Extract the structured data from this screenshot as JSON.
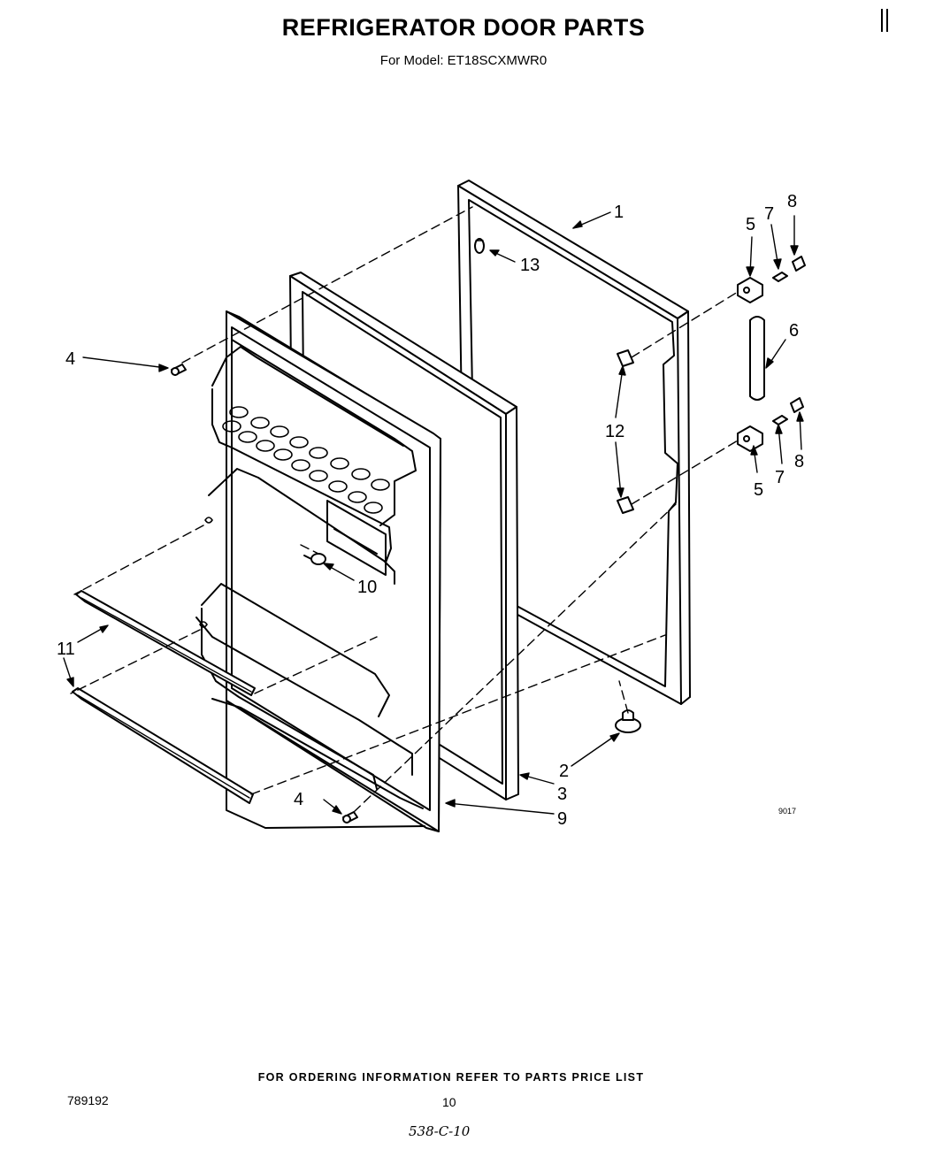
{
  "header": {
    "title": "REFRIGERATOR DOOR PARTS",
    "subtitle": "For Model: ET18SCXMWR0"
  },
  "callouts": {
    "c1": "1",
    "c2": "2",
    "c3": "3",
    "c4_top": "4",
    "c4_bottom": "4",
    "c5_top": "5",
    "c5_bottom": "5",
    "c6": "6",
    "c7_top": "7",
    "c7_bottom": "7",
    "c8_top": "8",
    "c8_bottom": "8",
    "c9": "9",
    "c10": "10",
    "c11": "11",
    "c12": "12",
    "c13": "13"
  },
  "drawing_code": "9017",
  "footer": {
    "ordering_note": "FOR ORDERING INFORMATION REFER TO PARTS PRICE LIST",
    "document_number": "789192",
    "page_number": "10",
    "handwritten_ref": "538-C-10"
  }
}
